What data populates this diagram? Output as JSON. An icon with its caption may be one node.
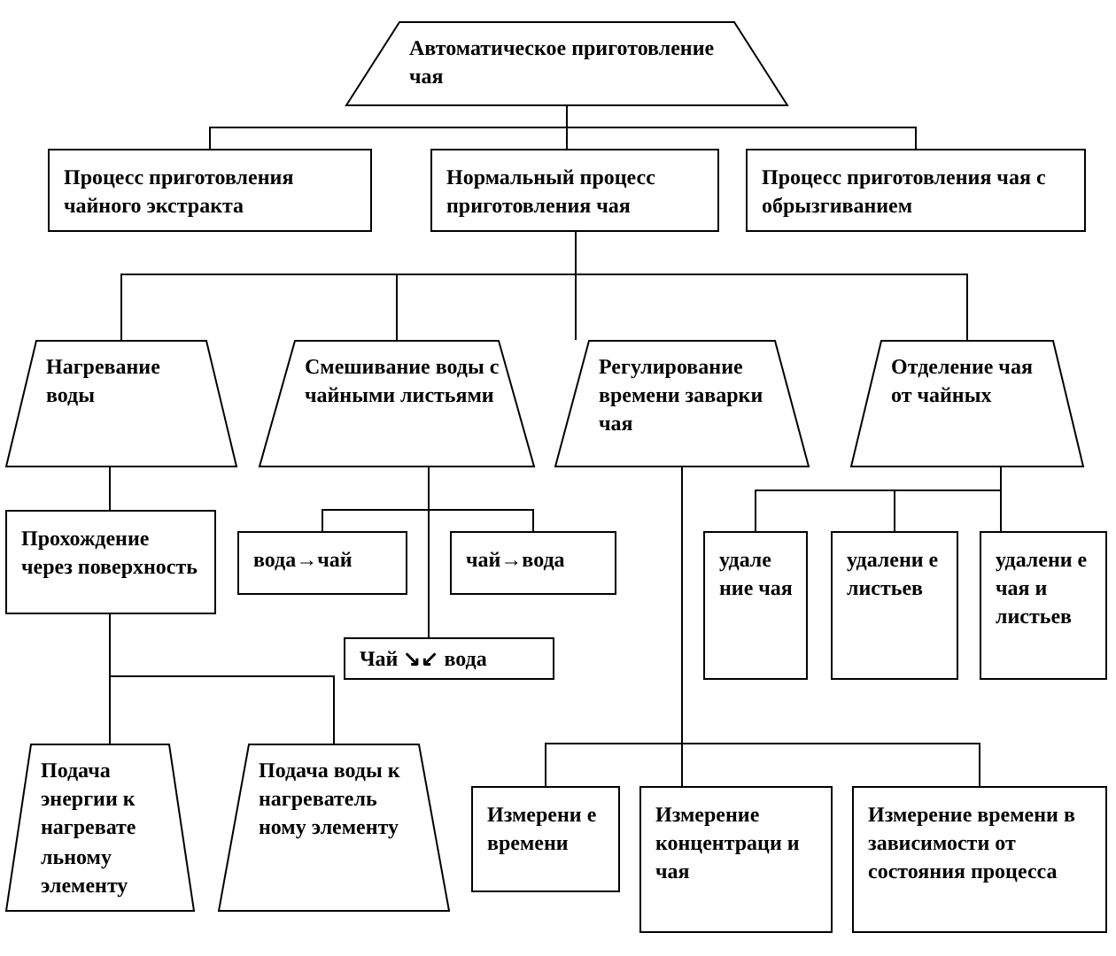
{
  "diagram": {
    "nodes": [
      {
        "text": [
          "Автоматическое приготовление чая"
        ]
      },
      {
        "text": [
          "Процесс приготовления чайного экстракта"
        ]
      },
      {
        "text": [
          "Нормальный процесс приготовления чая"
        ]
      },
      {
        "text": [
          "Процесс приготовления чая с обрызгиванием"
        ]
      },
      {
        "text": [
          "Нагревание воды"
        ]
      },
      {
        "text": [
          "Смешивание воды с чайными листьями"
        ]
      },
      {
        "text": [
          "Регулирование времени заварки чая"
        ]
      },
      {
        "text": [
          "Отделение чая от чайных"
        ]
      },
      {
        "text": [
          "Прохождение через поверхность"
        ]
      },
      {
        "text": [
          "вода→чай"
        ]
      },
      {
        "text": [
          "чай→вода"
        ]
      },
      {
        "text": [
          "Чай ↘↙ вода"
        ]
      },
      {
        "text": [
          "удале ние чая"
        ]
      },
      {
        "text": [
          "удалени е листьев"
        ]
      },
      {
        "text": [
          "удалени е чая и листьев"
        ]
      },
      {
        "text": [
          "Подача энергии к нагревате льному элементу"
        ]
      },
      {
        "text": [
          "Подача воды к нагреватель ному элементу"
        ]
      },
      {
        "text": [
          "Измерени е времени"
        ]
      },
      {
        "text": [
          "Измерение концентраци и чая"
        ]
      },
      {
        "text": [
          "Измерение времени в зависимости от состояния процесса"
        ]
      }
    ],
    "edges": [
      {
        "from": 0,
        "to": 1,
        "arrow": "none"
      },
      {
        "from": 0,
        "to": 2,
        "arrow": "none"
      },
      {
        "from": 0,
        "to": 3,
        "arrow": "none"
      },
      {
        "from": 2,
        "to": 4,
        "arrow": "none"
      },
      {
        "from": 2,
        "to": 5,
        "arrow": "none"
      },
      {
        "from": 2,
        "to": 6,
        "arrow": "none"
      },
      {
        "from": 2,
        "to": 7,
        "arrow": "none"
      },
      {
        "from": 4,
        "to": 8,
        "arrow": "none"
      },
      {
        "from": 5,
        "to": 9,
        "arrow": "none"
      },
      {
        "from": 5,
        "to": 10,
        "arrow": "none"
      },
      {
        "from": 5,
        "to": 11,
        "arrow": "none"
      },
      {
        "from": 7,
        "to": 12,
        "arrow": "none"
      },
      {
        "from": 7,
        "to": 13,
        "arrow": "none"
      },
      {
        "from": 7,
        "to": 14,
        "arrow": "none"
      },
      {
        "from": 8,
        "to": 15,
        "arrow": "none"
      },
      {
        "from": 8,
        "to": 16,
        "arrow": "none"
      },
      {
        "from": 6,
        "to": 17,
        "arrow": "none"
      },
      {
        "from": 6,
        "to": 18,
        "arrow": "none"
      },
      {
        "from": 6,
        "to": 19,
        "arrow": "none"
      }
    ]
  }
}
